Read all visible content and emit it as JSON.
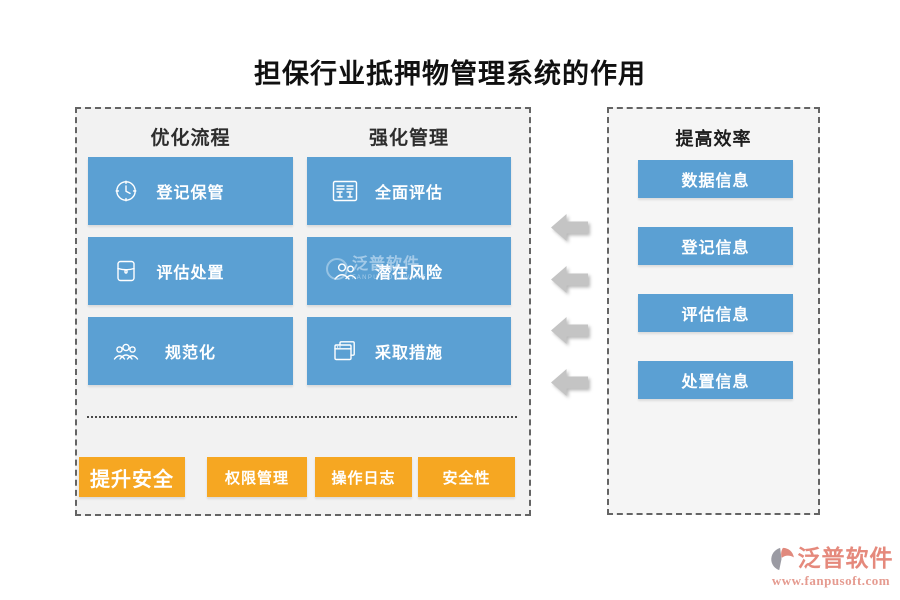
{
  "title": "担保行业抵押物管理系统的作用",
  "left_panel": {
    "columns": [
      {
        "header": "优化流程",
        "items": [
          {
            "icon": "clock-icon",
            "label": "登记保管"
          },
          {
            "icon": "bag-icon",
            "label": "评估处置"
          },
          {
            "icon": "people-group-icon",
            "label": "规范化"
          }
        ]
      },
      {
        "header": "强化管理",
        "items": [
          {
            "icon": "form-icon",
            "label": "全面评估"
          },
          {
            "icon": "people-pair-icon",
            "label": "潜在风险"
          },
          {
            "icon": "stacked-windows-icon",
            "label": "采取措施"
          }
        ]
      }
    ],
    "security_row": {
      "primary": "提升安全",
      "items": [
        "权限管理",
        "操作日志",
        "安全性"
      ]
    }
  },
  "flow_arrows": {
    "direction": "left",
    "count": 4
  },
  "right_panel": {
    "header": "提高效率",
    "items": [
      "数据信息",
      "登记信息",
      "评估信息",
      "处置信息"
    ]
  },
  "watermark": {
    "text": "泛普软件",
    "subtext": "FANPU SOFTWARE"
  },
  "footer": {
    "brand": "泛普软件",
    "url": "www.fanpusoft.com"
  },
  "colors": {
    "node_blue": "#5BA0D3",
    "node_orange": "#F6A722",
    "arrow_gray": "#C4C4C4",
    "panel_bg": "#F2F2F2",
    "panel_border": "#646464",
    "brand_salmon": "#E5897C"
  }
}
